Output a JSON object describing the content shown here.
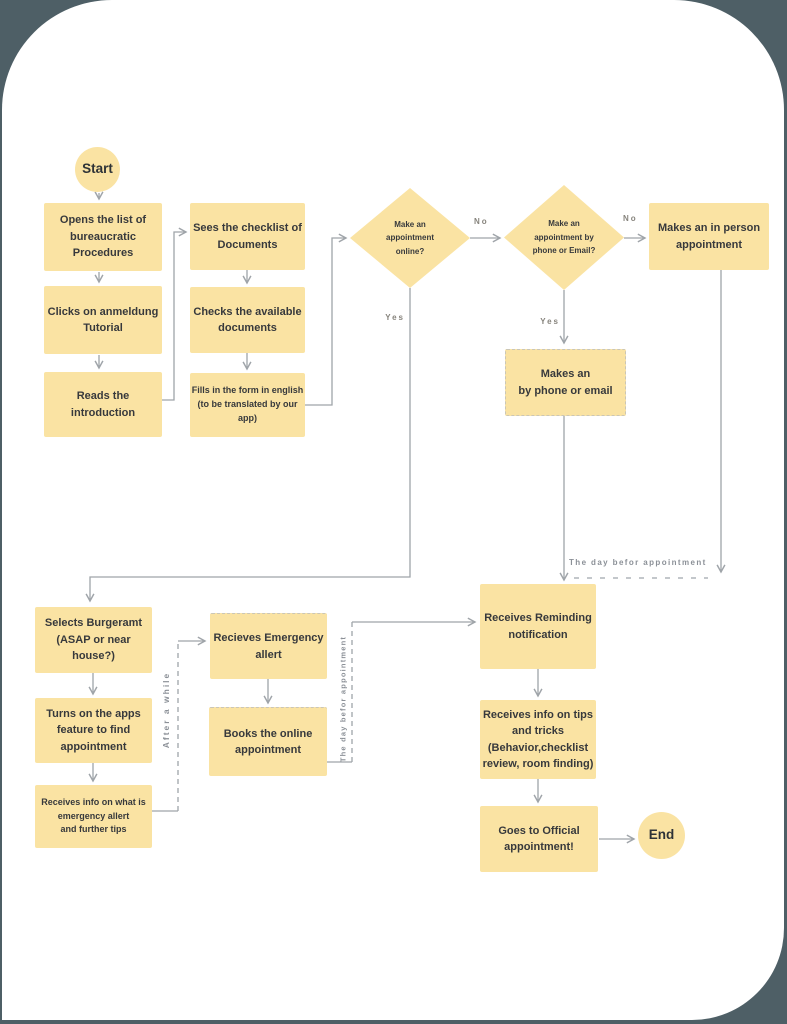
{
  "nodes": {
    "start": {
      "label": "Start"
    },
    "opens_list": {
      "label": "Opens the list of\nbureaucratic\nProcedures"
    },
    "clicks_tutorial": {
      "label": "Clicks on anmeldung\nTutorial"
    },
    "reads_intro": {
      "label": "Reads the\nintroduction"
    },
    "sees_checklist": {
      "label": "Sees the checklist of\nDocuments"
    },
    "checks_docs": {
      "label": "Checks the available\ndocuments"
    },
    "fills_form": {
      "label": "Fills in the form in english\n(to be translated by our\napp)"
    },
    "decision_online": {
      "label": "Make an\nappointment\nonline?"
    },
    "decision_phone": {
      "label": "Make an\nappointment by\nphone or Email?"
    },
    "in_person": {
      "label": "Makes an in person\nappointment"
    },
    "phone_email": {
      "label": "Makes an\nby phone or email"
    },
    "selects_burgeramt": {
      "label": "Selects Burgeramt\n(ASAP or near\nhouse?)"
    },
    "turns_on_apps": {
      "label": "Turns on the apps\nfeature to find\nappointment"
    },
    "receives_info_alert": {
      "label": "Receives info on what is\nemergency allert\nand further tips"
    },
    "recieves_emergency": {
      "label": "Recieves Emergency\nallert"
    },
    "books_online": {
      "label": "Books the online\nappointment"
    },
    "reminding": {
      "label": "Receives Reminding\nnotification"
    },
    "tips_tricks": {
      "label": "Receives info on tips\nand tricks\n(Behavior,checklist\nreview, room finding)"
    },
    "goes_official": {
      "label": "Goes to Official\nappointment!"
    },
    "end": {
      "label": "End"
    }
  },
  "edge_labels": {
    "no_online": "No",
    "yes_online": "Yes",
    "no_phone": "No",
    "yes_phone": "Yes",
    "after_a_while": "After a while",
    "day_before_horizontal": "The day befor appointment",
    "day_before_vertical": "The day befor appointment"
  },
  "colors": {
    "background": "#4E5F66",
    "card": "#FFFFFF",
    "node_fill": "#FAE3A3",
    "node_text": "#37393C",
    "connector": "#9FA4A9",
    "label_text": "#86837C"
  }
}
